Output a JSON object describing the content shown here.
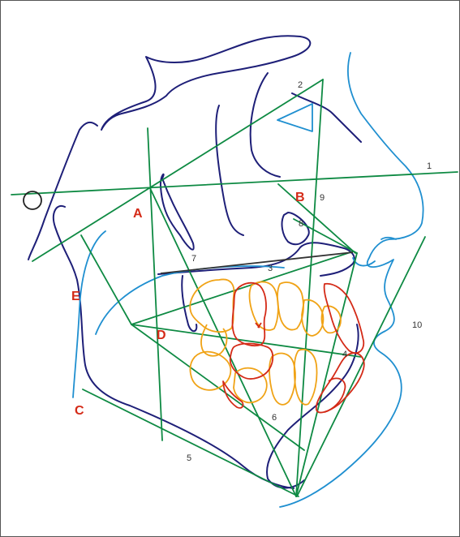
{
  "colors": {
    "bone": "#1e1f78",
    "soft_tissue": "#1f8fd0",
    "reference_lines": "#0e8a43",
    "permanent_teeth": "#d42a17",
    "deciduous_teeth": "#f0a316",
    "labels": "#d42a17"
  },
  "labels": {
    "numbers": {
      "n1": "1",
      "n2": "2",
      "n3": "3",
      "n4": "4",
      "n5": "5",
      "n6": "6",
      "n7": "7",
      "n8": "8",
      "n9": "9",
      "n10": "10"
    },
    "letters": {
      "A": "A",
      "B": "B",
      "C": "C",
      "D": "D",
      "E": "E"
    }
  }
}
